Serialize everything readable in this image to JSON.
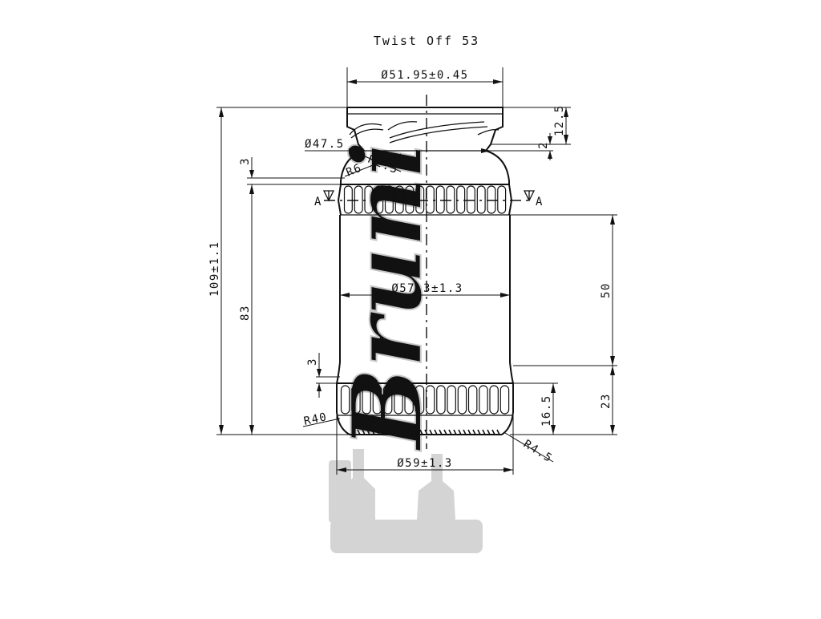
{
  "title": "Twist Off 53",
  "watermark": "Bruni",
  "section_label": "A",
  "dimensions": {
    "top_diameter": "Ø51.95±0.45",
    "finish_diameter": "Ø47.5",
    "finish_height": "12.5",
    "finish_step": "2",
    "shoulder_radius_small": "R2.5",
    "shoulder_radius": "R6",
    "upper_offset": "3",
    "overall_height": "109±1.1",
    "lower_height": "83",
    "body_diameter": "Ø57.3±1.3",
    "body_height": "50",
    "lower_offset": "3",
    "base_band_height": "16.5",
    "base_height": "23",
    "heel_radius": "R40",
    "bottom_radius": "R4.5",
    "base_diameter": "Ø59±1.3"
  }
}
